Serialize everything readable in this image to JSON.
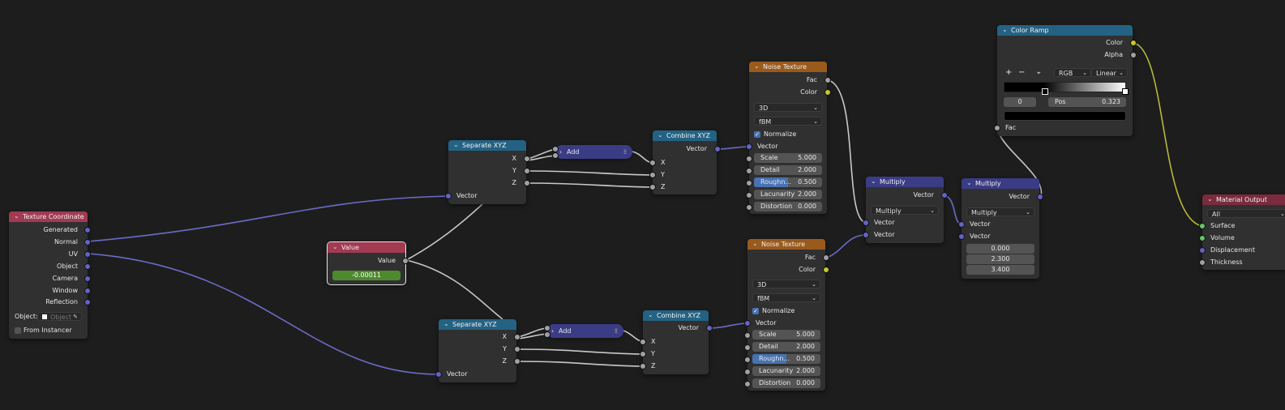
{
  "accent": "#4772b3",
  "socket_colors": {
    "vector": "#6363c7",
    "float": "#a1a1a1",
    "color": "#c7c729",
    "shader": "#63c763"
  },
  "texcoord": {
    "title": "Texture Coordinate",
    "outputs": [
      "Generated",
      "Normal",
      "UV",
      "Object",
      "Camera",
      "Window",
      "Reflection"
    ],
    "object_label": "Object:",
    "object_placeholder": "Object",
    "from_instancer": "From Instancer"
  },
  "value_node": {
    "title": "Value",
    "output": "Value",
    "value": "-0.00011"
  },
  "sep_top": {
    "title": "Separate XYZ",
    "outputs": [
      "X",
      "Y",
      "Z"
    ],
    "input": "Vector"
  },
  "sep_bot": {
    "title": "Separate XYZ",
    "outputs": [
      "X",
      "Y",
      "Z"
    ],
    "input": "Vector"
  },
  "add_top": {
    "label": "Add"
  },
  "add_bot": {
    "label": "Add"
  },
  "comb_top": {
    "title": "Combine XYZ",
    "output": "Vector",
    "inputs": [
      "X",
      "Y",
      "Z"
    ]
  },
  "comb_bot": {
    "title": "Combine XYZ",
    "output": "Vector",
    "inputs": [
      "X",
      "Y",
      "Z"
    ]
  },
  "noise_top": {
    "title": "Noise Texture",
    "outputs": [
      "Fac",
      "Color"
    ],
    "dimensions": "3D",
    "type": "fBM",
    "normalize": "Normalize",
    "vector": "Vector",
    "fields": [
      {
        "label": "Scale",
        "value": "5.000"
      },
      {
        "label": "Detail",
        "value": "2.000"
      },
      {
        "label": "Roughn...",
        "value": "0.500",
        "fill": 0.5
      },
      {
        "label": "Lacunarity",
        "value": "2.000"
      },
      {
        "label": "Distortion",
        "value": "0.000"
      }
    ]
  },
  "noise_bot": {
    "title": "Noise Texture",
    "outputs": [
      "Fac",
      "Color"
    ],
    "dimensions": "3D",
    "type": "fBM",
    "normalize": "Normalize",
    "vector": "Vector",
    "fields": [
      {
        "label": "Scale",
        "value": "5.000"
      },
      {
        "label": "Detail",
        "value": "2.000"
      },
      {
        "label": "Roughn...",
        "value": "0.500",
        "fill": 0.5
      },
      {
        "label": "Lacunarity",
        "value": "2.000"
      },
      {
        "label": "Distortion",
        "value": "0.000"
      }
    ]
  },
  "mult1": {
    "title": "Multiply",
    "output": "Vector",
    "operation": "Multiply",
    "inputs": [
      "Vector",
      "Vector"
    ]
  },
  "mult2": {
    "title": "Multiply",
    "output": "Vector",
    "operation": "Multiply",
    "inputs": [
      "Vector",
      "Vector"
    ],
    "values": [
      "0.000",
      "2.300",
      "3.400"
    ]
  },
  "colorramp": {
    "title": "Color Ramp",
    "outputs": [
      "Color",
      "Alpha"
    ],
    "plus": "+",
    "minus": "−",
    "menu": "⌄",
    "color_mode": "RGB",
    "interpolation": "Linear",
    "stop_index": "0",
    "pos_label": "Pos",
    "pos_value": "0.323",
    "input": "Fac"
  },
  "matout": {
    "title": "Material Output",
    "target": "All",
    "inputs": [
      "Surface",
      "Volume",
      "Displacement",
      "Thickness"
    ]
  }
}
